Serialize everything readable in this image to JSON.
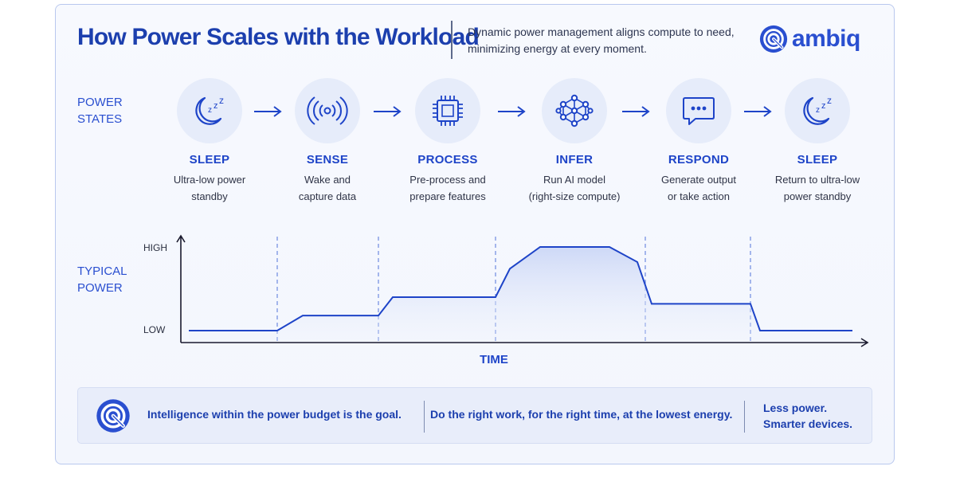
{
  "header": {
    "title": "How Power Scales with the Workload",
    "subtitle_line1": "Dynamic power management aligns compute to need,",
    "subtitle_line2": "minimizing energy at every moment.",
    "brand": "ambiq"
  },
  "labels": {
    "power_states_1": "POWER",
    "power_states_2": "STATES",
    "typical_power_1": "TYPICAL",
    "typical_power_2": "POWER"
  },
  "states": [
    {
      "name": "SLEEP",
      "desc1": "Ultra-low power",
      "desc2": "standby",
      "icon": "moon-sleep-icon"
    },
    {
      "name": "SENSE",
      "desc1": "Wake and",
      "desc2": "capture data",
      "icon": "signal-waves-icon"
    },
    {
      "name": "PROCESS",
      "desc1": "Pre-process and",
      "desc2": "prepare features",
      "icon": "chip-icon"
    },
    {
      "name": "INFER",
      "desc1": "Run AI model",
      "desc2": "(right-size compute)",
      "icon": "neural-network-icon"
    },
    {
      "name": "RESPOND",
      "desc1": "Generate output",
      "desc2": "or take action",
      "icon": "chat-bubble-icon"
    },
    {
      "name": "SLEEP",
      "desc1": "Return to ultra-low",
      "desc2": "power standby",
      "icon": "moon-sleep-icon"
    }
  ],
  "chart_data": {
    "type": "line",
    "title": "",
    "xlabel": "TIME",
    "ylabel": "",
    "y_ticks": [
      "HIGH",
      "LOW"
    ],
    "series": [
      {
        "values_by_state": [
          {
            "state": "SLEEP",
            "level": 0.0
          },
          {
            "state": "SENSE",
            "level": 0.18
          },
          {
            "state": "PROCESS",
            "level": 0.4
          },
          {
            "state": "INFER",
            "level": 1.0
          },
          {
            "state": "RESPOND",
            "level": 0.32
          },
          {
            "state": "SLEEP",
            "level": 0.0
          }
        ]
      }
    ]
  },
  "footer": {
    "text1": "Intelligence within the power budget is the goal.",
    "text2": "Do the right work, for the right time, at the lowest energy.",
    "text3_line1": "Less power.",
    "text3_line2": "Smarter devices."
  },
  "colors": {
    "accent": "#1e44c8",
    "icon_bg": "#e6ecfa",
    "footer_bg": "#e8edfa"
  }
}
